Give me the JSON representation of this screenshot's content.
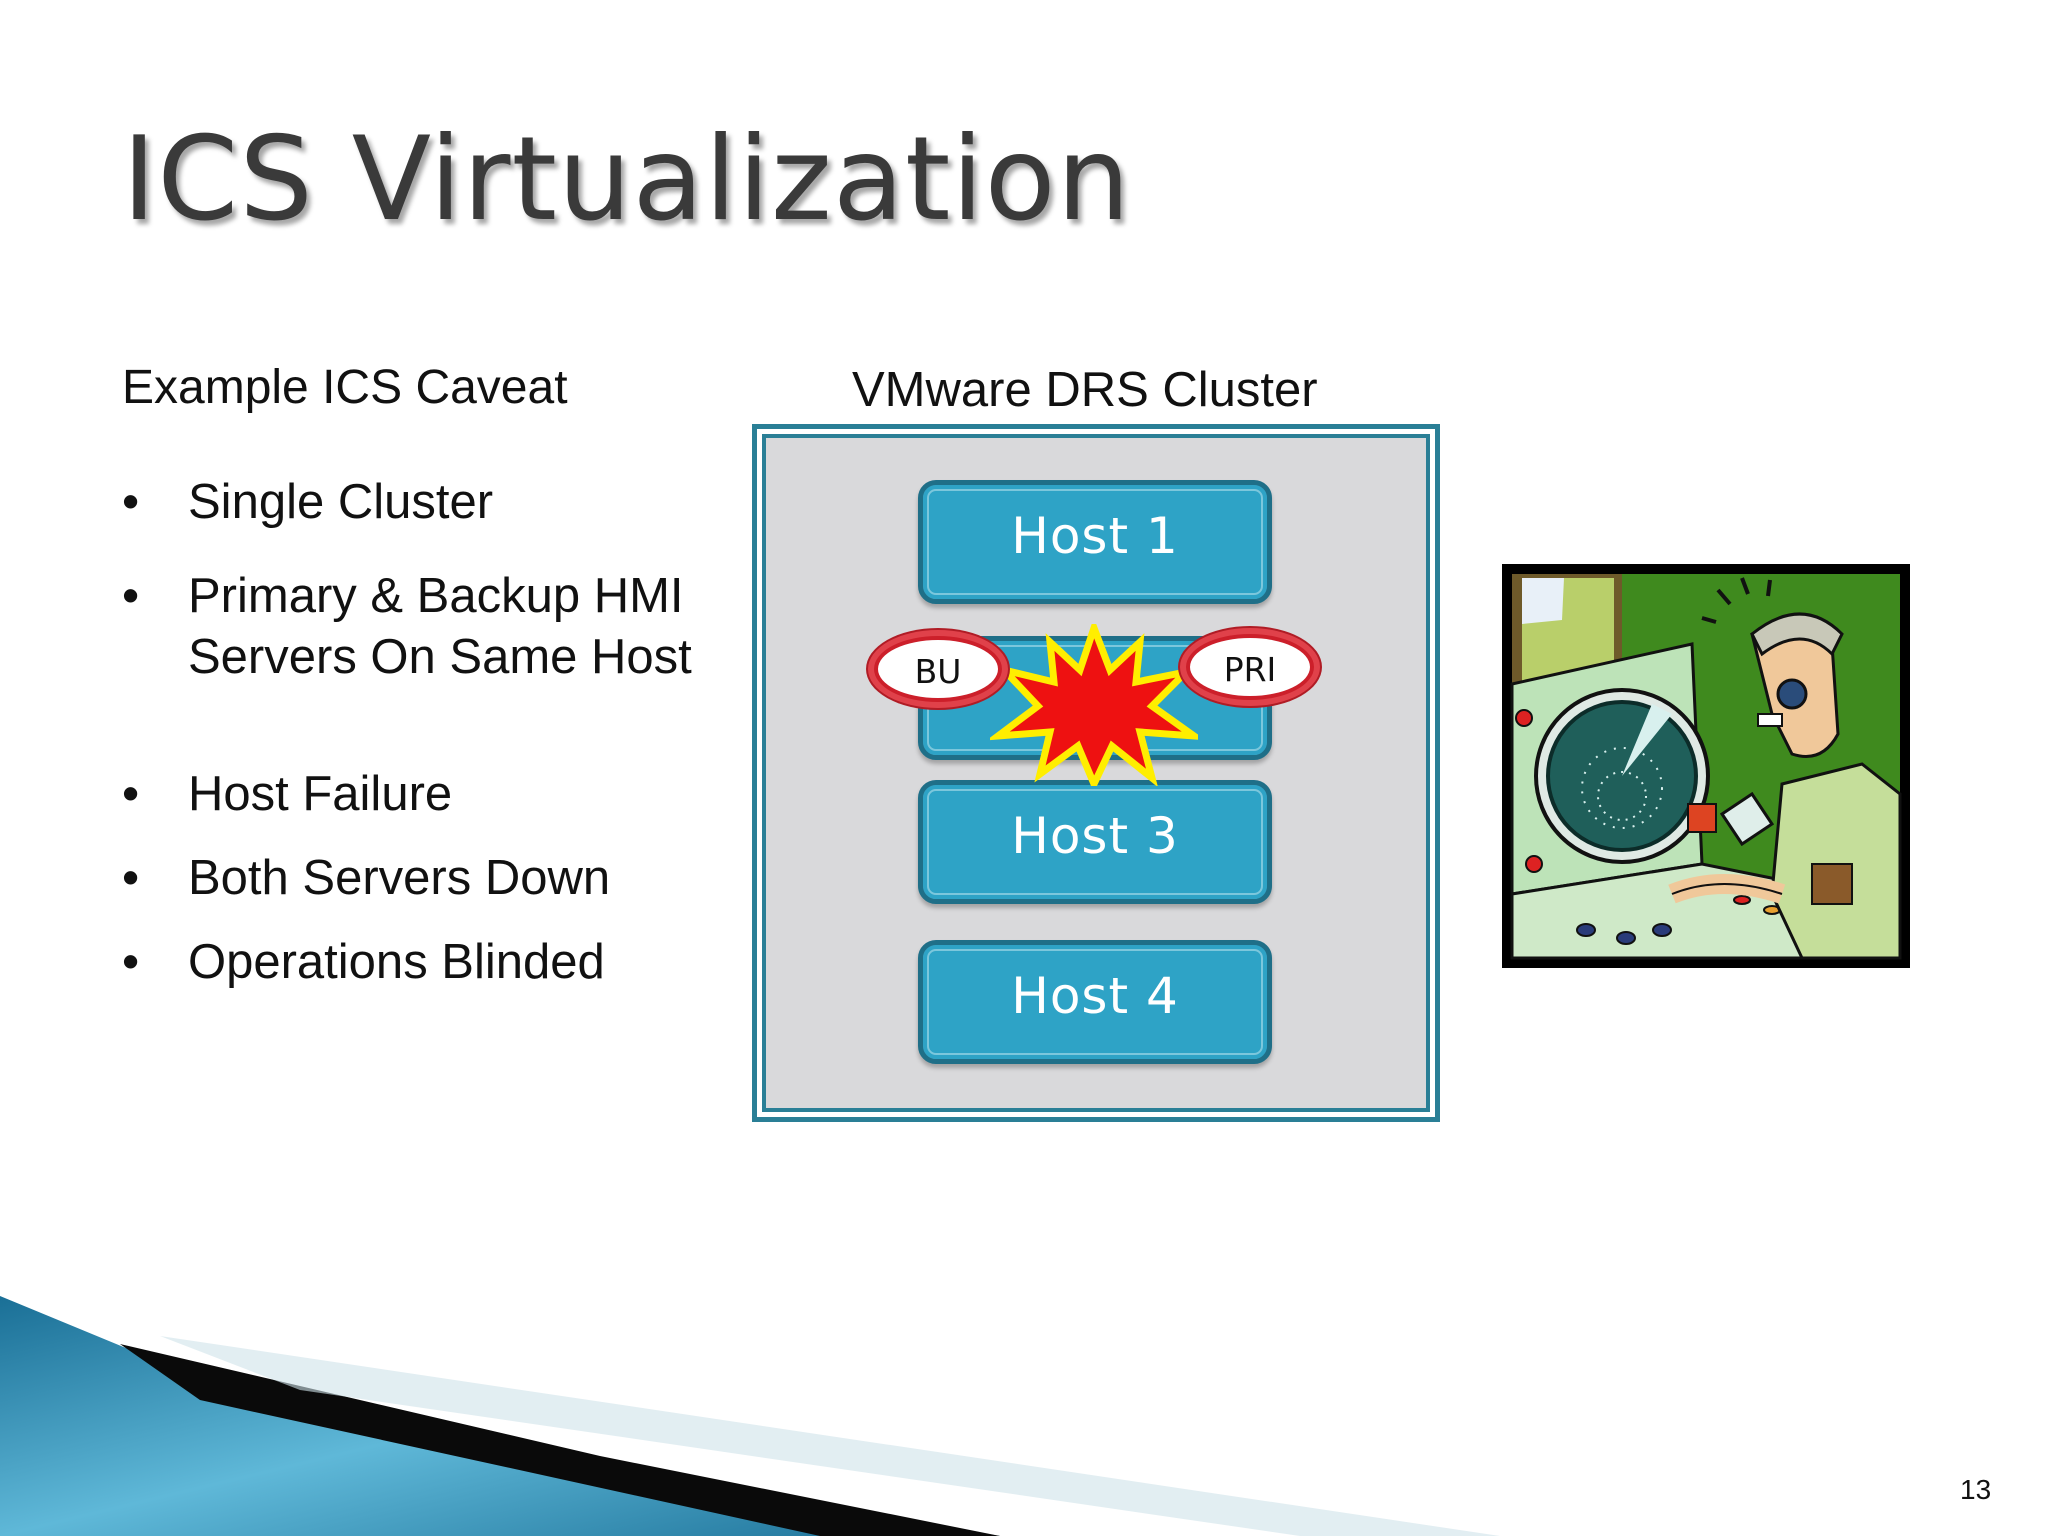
{
  "slide": {
    "title": "ICS Virtualization",
    "page_number": "13"
  },
  "caveat": {
    "heading": "Example ICS Caveat",
    "bullet_glyph": "•",
    "bullets": [
      "Single Cluster",
      "Primary & Backup HMI Servers On Same Host",
      "Host Failure",
      "Both Servers Down",
      "Operations Blinded"
    ]
  },
  "cluster": {
    "title": "VMware DRS Cluster",
    "hosts": [
      "Host 1",
      "Host 3",
      "Host 4"
    ],
    "failed_host_vms": {
      "backup_label": "BU",
      "primary_label": "PRI"
    }
  },
  "colors": {
    "host_fill": "#2ea3c6",
    "host_border": "#1f6f88",
    "cluster_border": "#2a7f96",
    "vm_ring": "#cc1f2a",
    "explosion_fill": "#ee1111",
    "explosion_outline": "#ffee00"
  },
  "icons": {
    "failure": "explosion-burst-icon",
    "operator": "radar-operator-clipart"
  }
}
